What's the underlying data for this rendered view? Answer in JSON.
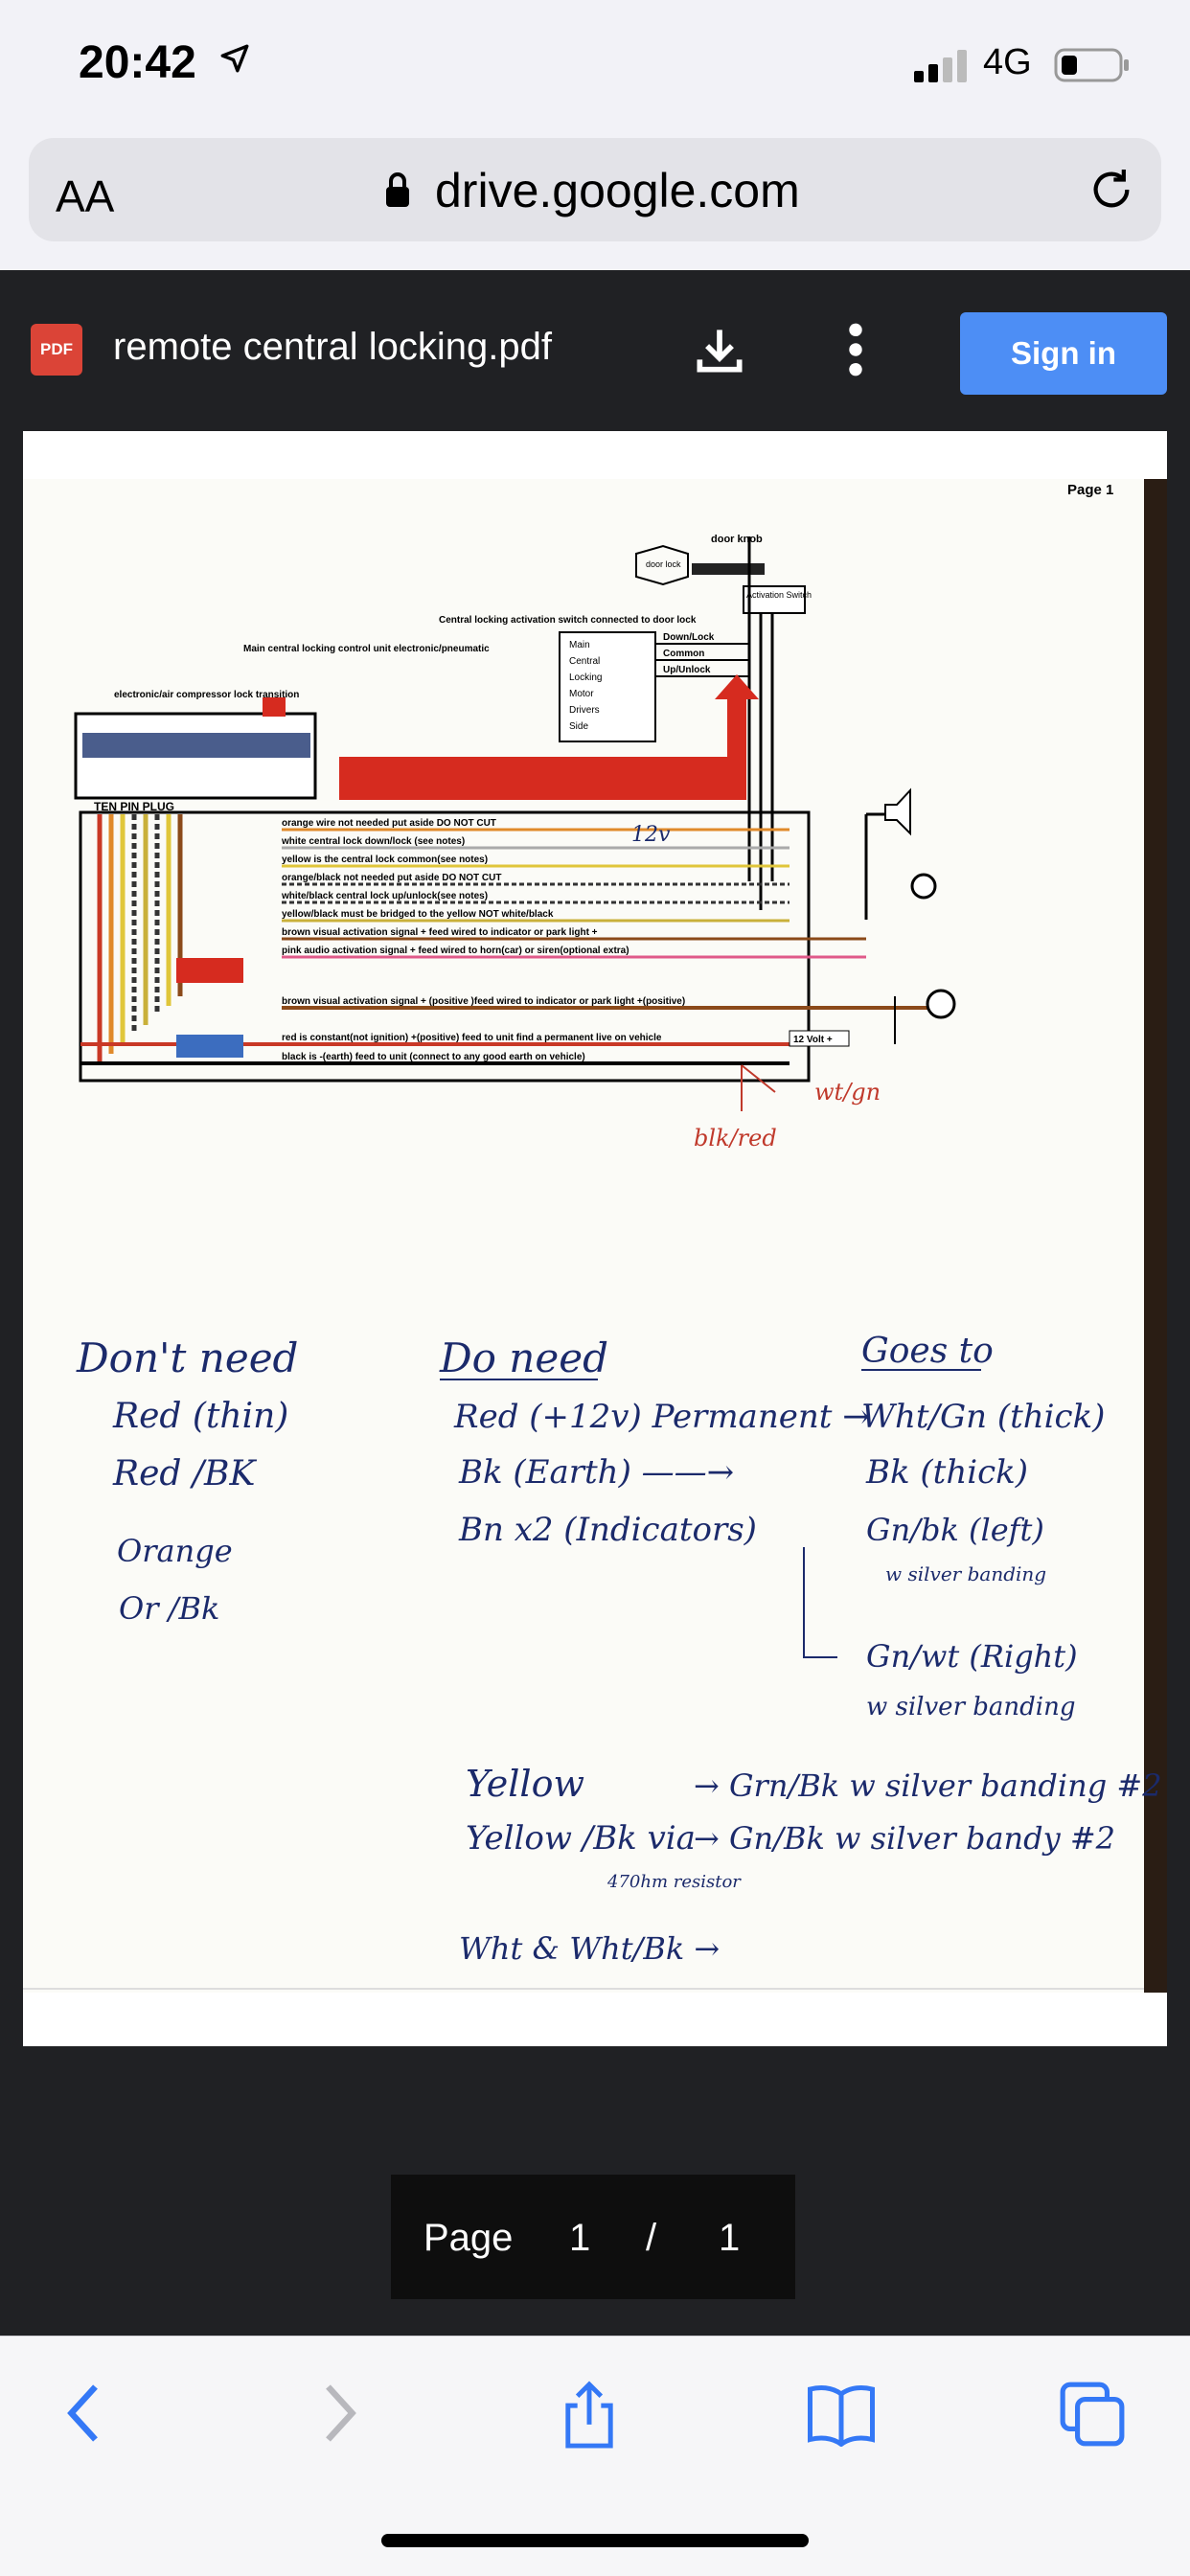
{
  "status_bar": {
    "time": "20:42",
    "network": "4G"
  },
  "browser": {
    "text_size_label": "AA",
    "url": "drive.google.com"
  },
  "drive_header": {
    "file_icon_label": "PDF",
    "file_name": "remote central locking.pdf",
    "sign_in_label": "Sign in"
  },
  "document": {
    "page_label": "Page 1",
    "diagram": {
      "top_labels": [
        "door knob",
        "door lock",
        "Activation Switch",
        "Central locking activation switch connected to door lock",
        "Main central locking control unit electronic/pneumatic",
        "electronic/air compressor lock transition"
      ],
      "motor_box": [
        "Main",
        "Central",
        "Locking",
        "Motor",
        "Drivers",
        "Side"
      ],
      "motor_wires": [
        "Down/Lock",
        "Common",
        "Up/Unlock"
      ],
      "plug_label": "TEN PIN PLUG",
      "wire_notes": [
        "orange wire not needed put aside DO NOT CUT",
        "white central lock down/lock (see notes)",
        "yellow is the central lock common(see notes)",
        "orange/black not needed put aside DO NOT CUT",
        "white/black central lock up/unlock(see notes)",
        "yellow/black must be bridged to the yellow NOT white/black",
        "brown visual activation signal + feed wired to indicator or park light +",
        "pink audio activation signal + feed wired to horn(car) or siren(optional extra)",
        "brown visual activation signal + (positive )feed wired to indicator or park light +(positive)",
        "red is constant(not ignition) +(positive) feed to unit find a permanent live on vehicle",
        "black is -(earth) feed to unit (connect to any good earth on vehicle)"
      ],
      "battery_label": "12 Volt +",
      "handwritten": {
        "v12": "12v",
        "wt_gn": "wt/gn",
        "blk_red": "blk/red"
      }
    },
    "notes": {
      "dont_need_title": "Don't need",
      "dont_need": [
        "Red (thin)",
        "Red /BK",
        "Orange",
        "Or /Bk"
      ],
      "do_need_title": "Do need",
      "goes_to_title": "Goes to",
      "rows": [
        {
          "from": "Red (+12v) Permanent →",
          "to": "Wht/Gn (thick)"
        },
        {
          "from": "Bk (Earth) ——→",
          "to": "Bk (thick)"
        },
        {
          "from": "Bn x2 (Indicators)",
          "to": "Gn/bk (left)"
        },
        {
          "from": "",
          "to": "Gn/wt (Right)"
        },
        {
          "from": "Yellow",
          "to": "→ Grn/Bk w silver banding #2"
        },
        {
          "from": "Yellow /Bk via",
          "to": "→ Gn/Bk w silver bandy #2"
        },
        {
          "from": "Wht & Wht/Bk →",
          "to": ""
        }
      ],
      "sub_notes": [
        "w silver banding",
        "w silver banding",
        "470hm resistor"
      ]
    }
  },
  "pager": {
    "label": "Page",
    "current": "1",
    "sep": "/",
    "total": "1"
  },
  "colors": {
    "drive_bg": "#202124",
    "sign_in_bg": "#4d8ef5",
    "pdf_icon": "#db4437",
    "ink": "#1b2a6b",
    "red_ink": "#c0392b"
  }
}
